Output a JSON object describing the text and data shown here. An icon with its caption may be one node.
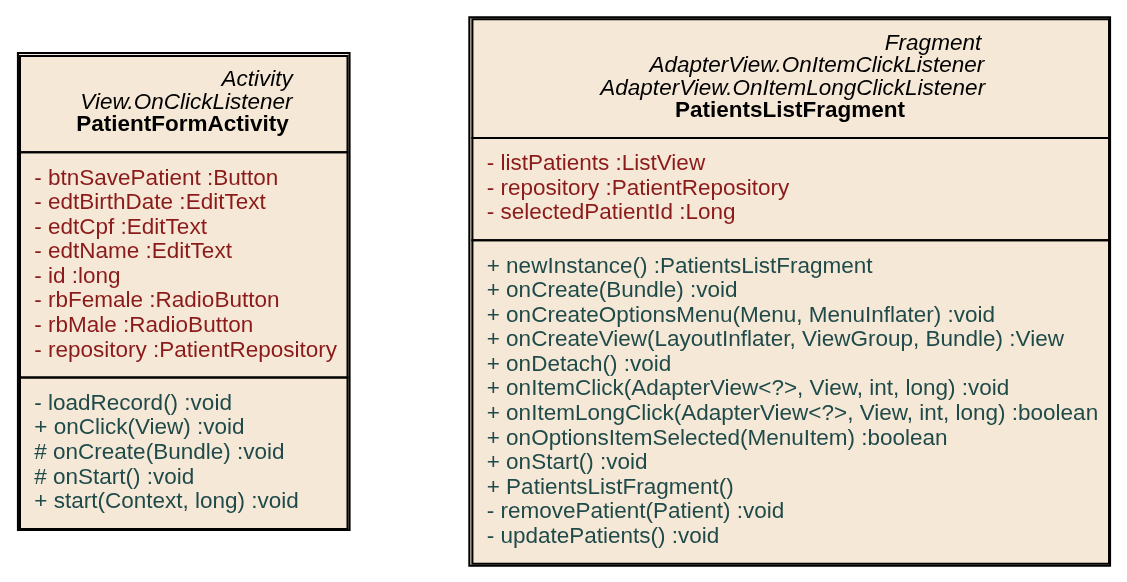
{
  "diagram": {
    "nodes": [
      {
        "text": [
          "Activity",
          "View.OnClickListener",
          "PatientFormActivity",
          "- btnSavePatient :Button",
          "- edtBirthDate :EditText",
          "- edtCpf :EditText",
          "- edtName :EditText",
          "- id :long",
          "- rbFemale :RadioButton",
          "- rbMale :RadioButton",
          "- repository :PatientRepository",
          "- loadRecord() :void",
          "+ onClick(View) :void",
          "# onCreate(Bundle) :void",
          "# onStart() :void",
          "+ start(Context, long) :void"
        ]
      },
      {
        "text": [
          "Fragment",
          "AdapterView.OnItemClickListener",
          "AdapterView.OnItemLongClickListener",
          "PatientsListFragment",
          "- listPatients :ListView",
          "- repository :PatientRepository",
          "- selectedPatientId :Long",
          "+ newInstance() :PatientsListFragment",
          "+ onCreate(Bundle) :void",
          "+ onCreateOptionsMenu(Menu, MenuInflater) :void",
          "+ onCreateView(LayoutInflater, ViewGroup, Bundle) :View",
          "+ onDetach() :void",
          "+ onItemClick(AdapterView<?>, View, int, long) :void",
          "+ onItemLongClick(AdapterView<?>, View, int, long) :boolean",
          "+ onOptionsItemSelected(MenuItem) :boolean",
          "+ onStart() :void",
          "+ PatientsListFragment()",
          "- removePatient(Patient) :void",
          "- updatePatients() :void"
        ]
      }
    ]
  }
}
